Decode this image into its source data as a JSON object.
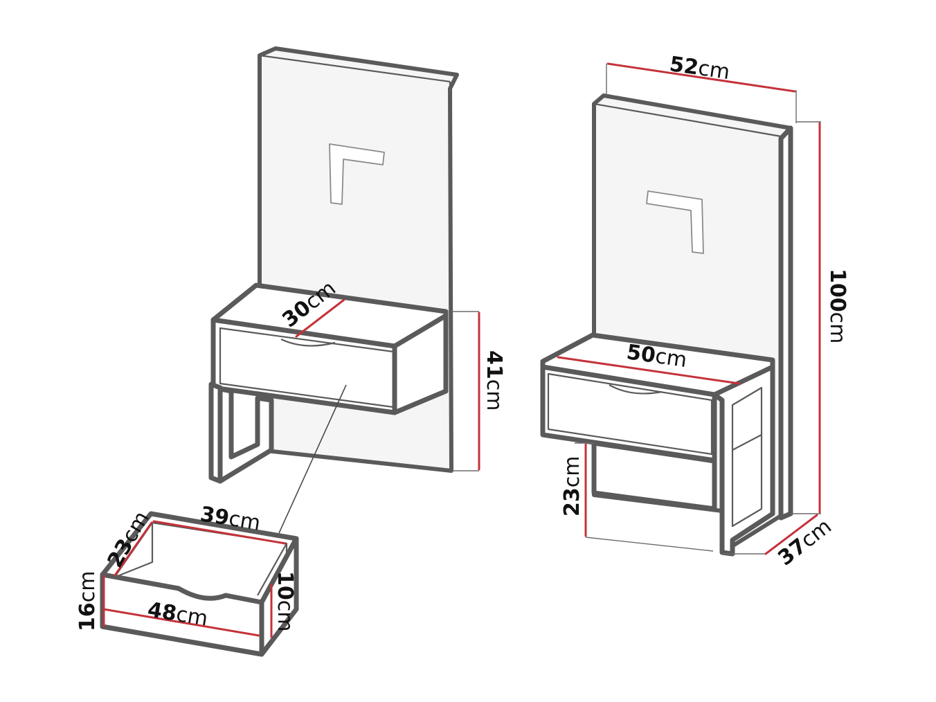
{
  "palette": {
    "outline": "#5a5a5a",
    "dimension_line": "#c4323a",
    "fill": "#ffffff",
    "text": "#111111"
  },
  "unit": "cm",
  "dimensions": {
    "panel_width": {
      "value": "52",
      "unit": "cm"
    },
    "total_height": {
      "value": "100",
      "unit": "cm"
    },
    "shelf_width": {
      "value": "50",
      "unit": "cm"
    },
    "depth": {
      "value": "37",
      "unit": "cm"
    },
    "under_shelf_height": {
      "value": "23",
      "unit": "cm"
    },
    "shelf_depth": {
      "value": "30",
      "unit": "cm"
    },
    "shelf_top_height": {
      "value": "41",
      "unit": "cm"
    },
    "drawer_inner_width": {
      "value": "39",
      "unit": "cm"
    },
    "drawer_inner_depth": {
      "value": "23",
      "unit": "cm"
    },
    "drawer_front_width": {
      "value": "48",
      "unit": "cm"
    },
    "drawer_front_height": {
      "value": "16",
      "unit": "cm"
    },
    "drawer_inner_height": {
      "value": "10",
      "unit": "cm"
    }
  }
}
